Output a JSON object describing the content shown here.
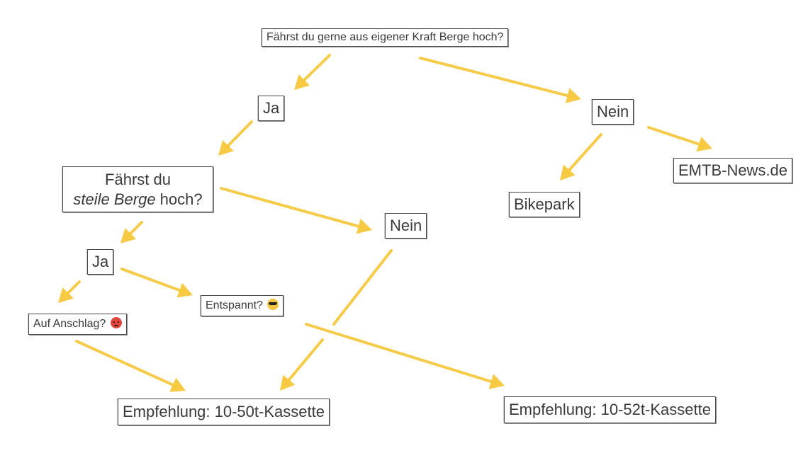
{
  "diagram": {
    "arrow_color": "#f5c73a",
    "nodes": {
      "question_main": "Fährst du gerne aus eigener Kraft Berge hoch?",
      "ja_1": "Ja",
      "nein_1": "Nein",
      "question_steep_line1": "Fährst du",
      "question_steep_italic": "steile Berge",
      "question_steep_suffix": " hoch?",
      "bikepark": "Bikepark",
      "emtb_news": "EMTB-News.de",
      "nein_2": "Nein",
      "ja_2": "Ja",
      "entspannt": "Entspannt?",
      "auf_anschlag": "Auf Anschlag?",
      "rec_50": "Empfehlung: 10-50t-Kassette",
      "rec_52": "Empfehlung: 10-52t-Kassette"
    },
    "icons": [
      "smiling-face-with-sunglasses-icon",
      "angry-face-icon"
    ]
  }
}
